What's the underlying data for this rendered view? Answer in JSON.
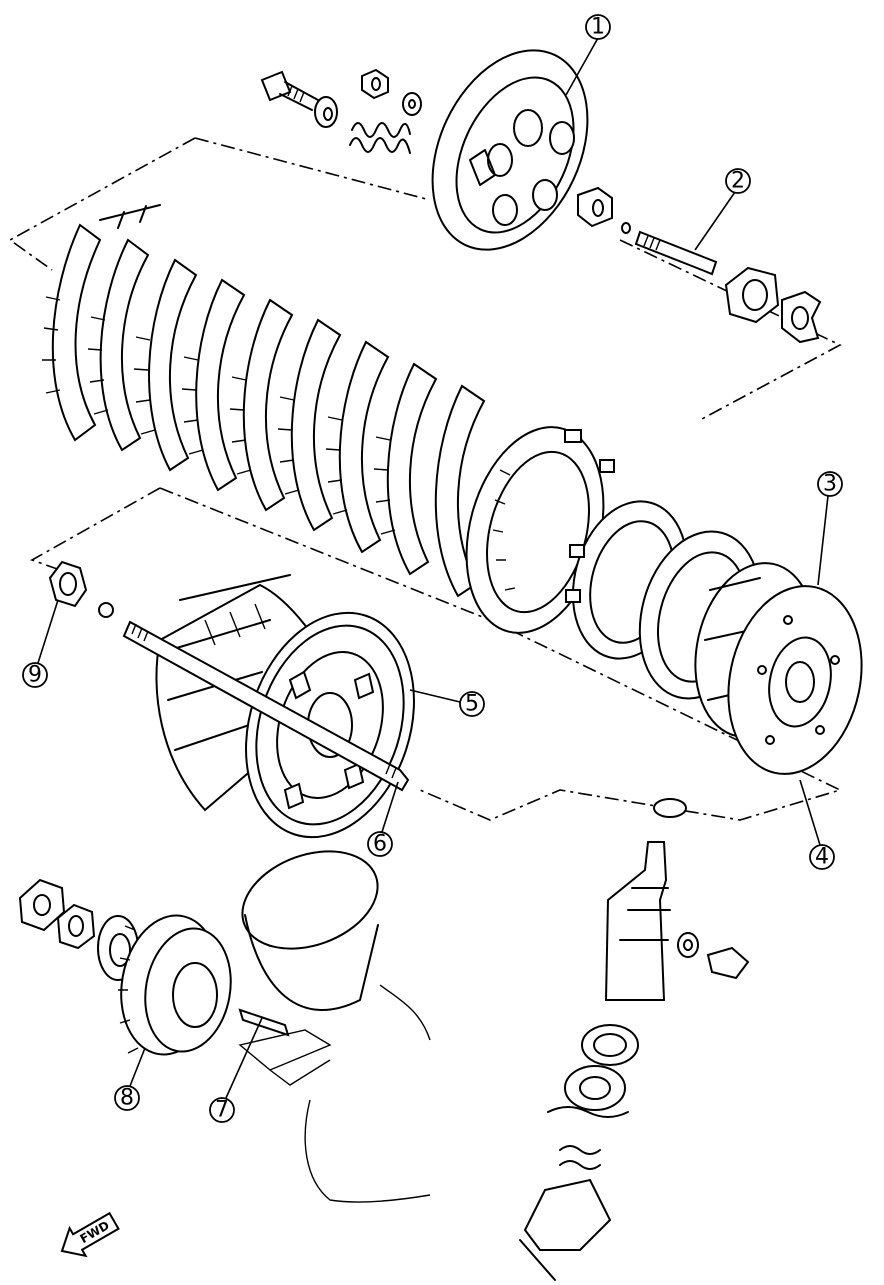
{
  "diagram": {
    "callouts": [
      {
        "id": "1",
        "label": "1"
      },
      {
        "id": "2",
        "label": "2"
      },
      {
        "id": "3",
        "label": "3"
      },
      {
        "id": "4",
        "label": "4"
      },
      {
        "id": "5",
        "label": "5"
      },
      {
        "id": "6",
        "label": "6"
      },
      {
        "id": "7",
        "label": "7"
      },
      {
        "id": "8",
        "label": "8"
      },
      {
        "id": "9",
        "label": "9"
      }
    ],
    "direction_arrow": {
      "label": "FWD",
      "icon": "forward-arrow-icon"
    }
  }
}
